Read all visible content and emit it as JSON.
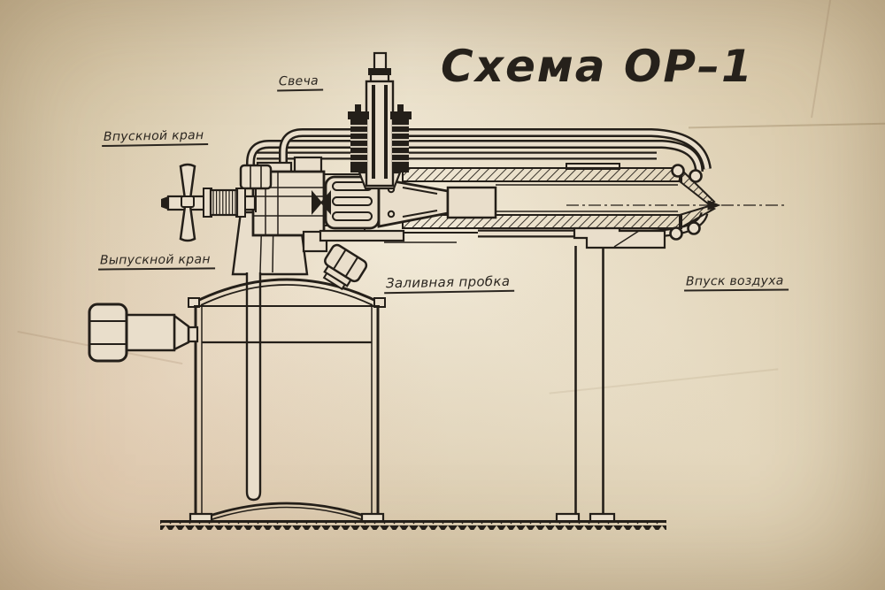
{
  "page": {
    "title": "Схема ОР–1",
    "labels": {
      "spark_plug": "Свеча",
      "inlet_valve": "Впускной кран",
      "outlet_valve": "Выпускной кран",
      "filler_plug": "Заливная пробка",
      "air_inlet": "Впуск воздуха"
    },
    "colors": {
      "ink": "#241f19",
      "paper": "#e9decb"
    }
  }
}
